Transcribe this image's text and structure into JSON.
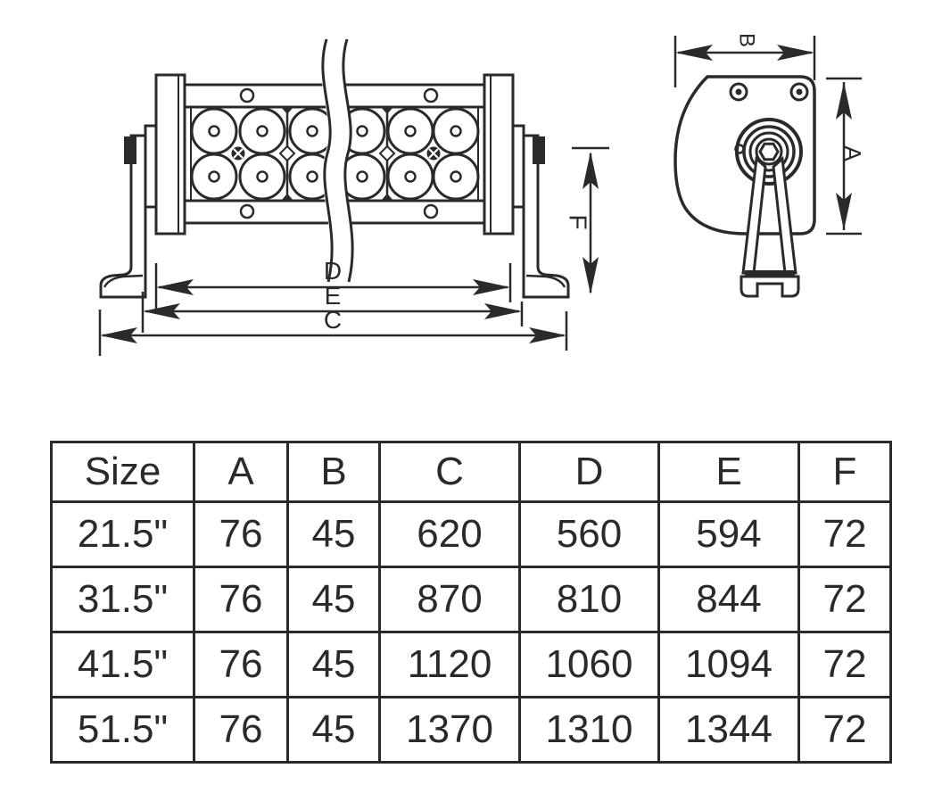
{
  "diagram": {
    "line_color": "#2b2a29",
    "front_view": {
      "description": "LED light bar front view with break lines, 12 round lenses in 2 rows",
      "dim_labels": {
        "d": "D",
        "e": "E",
        "c": "C",
        "f": "F"
      }
    },
    "side_view": {
      "description": "Side view of mounting bracket with pivot bolt",
      "dim_labels": {
        "b": "B",
        "a": "A"
      }
    }
  },
  "table": {
    "headers": [
      "Size",
      "A",
      "B",
      "C",
      "D",
      "E",
      "F"
    ],
    "rows": [
      [
        "21.5\"",
        "76",
        "45",
        "620",
        "560",
        "594",
        "72"
      ],
      [
        "31.5\"",
        "76",
        "45",
        "870",
        "810",
        "844",
        "72"
      ],
      [
        "41.5\"",
        "76",
        "45",
        "1120",
        "1060",
        "1094",
        "72"
      ],
      [
        "51.5\"",
        "76",
        "45",
        "1370",
        "1310",
        "1344",
        "72"
      ]
    ]
  }
}
